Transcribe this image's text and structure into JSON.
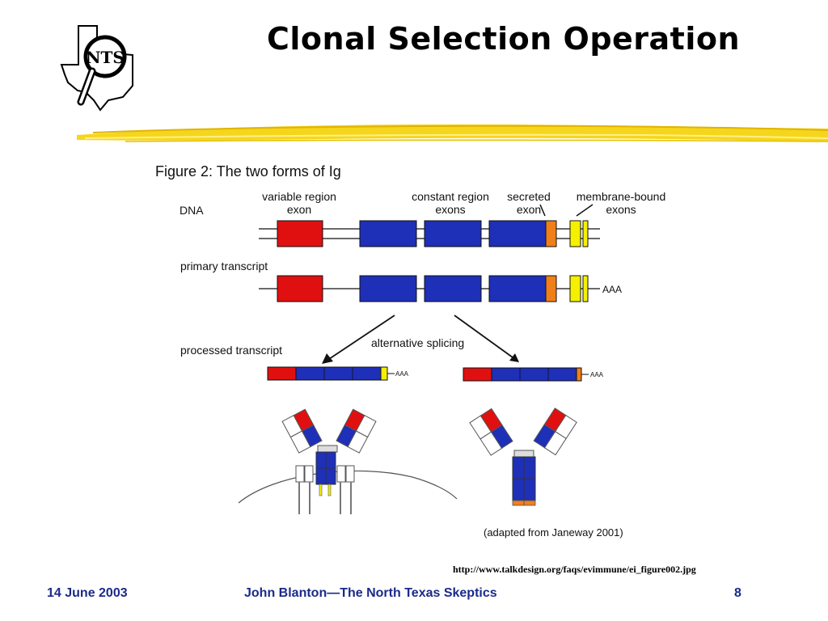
{
  "slide": {
    "title": "Clonal Selection Operation",
    "logo": {
      "text": "NTS",
      "icon": "texas-magnifier-logo"
    },
    "source_url": "http://www.talkdesign.org/faqs/evimmune/ei_figure002.jpg"
  },
  "figure": {
    "title": "Figure 2:  The two forms of Ig",
    "row_labels": {
      "dna": "DNA",
      "primary": "primary transcript",
      "processed": "processed transcript"
    },
    "annotations": {
      "variable_1": "variable region",
      "variable_2": "exon",
      "constant_1": "constant region",
      "constant_2": "exons",
      "secreted_1": "secreted",
      "secreted_2": "exon",
      "membrane_1": "membrane-bound",
      "membrane_2": "exons",
      "splicing": "alternative splicing",
      "polya": "AAA",
      "credit": "(adapted from Janeway 2001)"
    },
    "colors": {
      "variable": "#e01010",
      "constant": "#1e2fb8",
      "secreted": "#f07f1a",
      "membrane": "#f5f000"
    }
  },
  "footer": {
    "date": "14 June 2003",
    "author": "John Blanton—The North Texas Skeptics",
    "page": "8"
  }
}
